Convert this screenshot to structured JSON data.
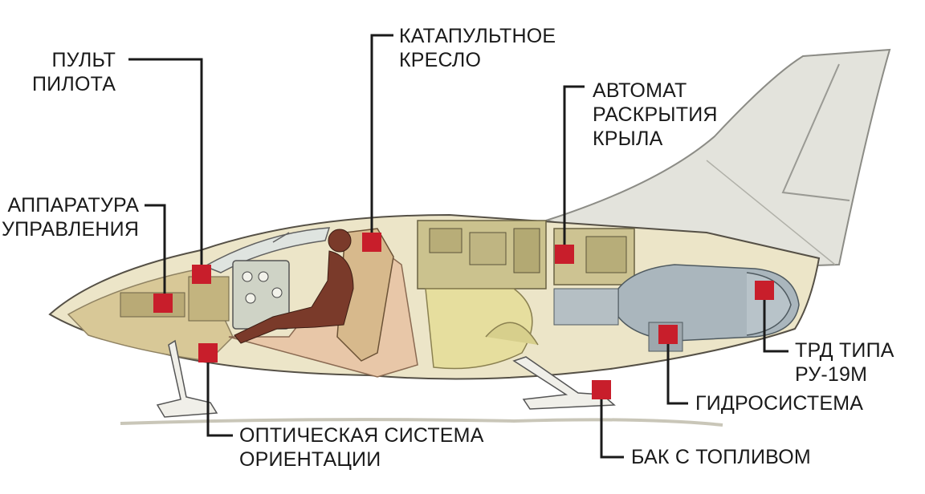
{
  "colors": {
    "marker": "#c81e2b",
    "leader": "#1a1a1a",
    "fuselage": "#e9e2c4",
    "tail": "#e3e3dc",
    "interior": "#d9cf9e",
    "pilot": "#7a3a2a",
    "engine": "#a9b5bd"
  },
  "labels": {
    "pult_pilota": [
      "ПУЛЬТ",
      "ПИЛОТА"
    ],
    "katapultnoe_kreslo": [
      "КАТАПУЛЬТНОЕ",
      "КРЕСЛО"
    ],
    "avtomat_raskrytiya": [
      "АВТОМАТ",
      "РАСКРЫТИЯ",
      "КРЫЛА"
    ],
    "apparatura_upravleniya": [
      "АППАРАТУРА",
      "УПРАВЛЕНИЯ"
    ],
    "trd_tipa": [
      "ТРД ТИПА",
      "РУ-19М"
    ],
    "gidrosistema": [
      "ГИДРОСИСТЕМА"
    ],
    "opticheskaya_sistema": [
      "ОПТИЧЕСКАЯ СИСТЕМА",
      "ОРИЕНТАЦИИ"
    ],
    "bak_s_toplivom": [
      "БАК С ТОПЛИВОМ"
    ]
  }
}
